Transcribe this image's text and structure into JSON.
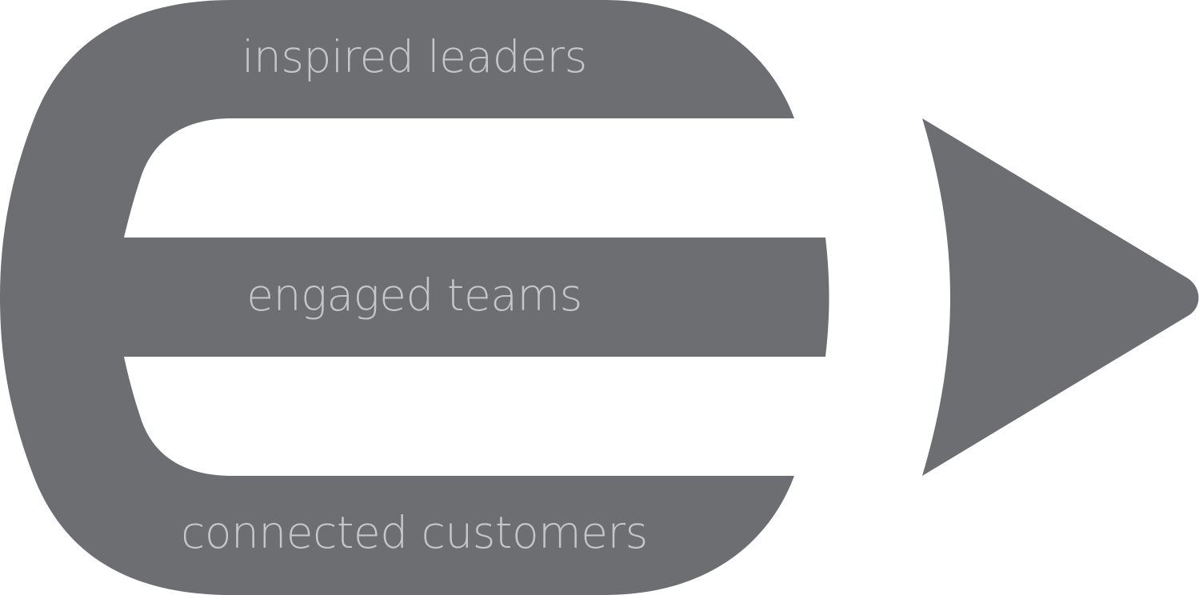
{
  "colors": {
    "shape_fill": "#6d6e71",
    "label_text": "#c6c6c8",
    "background": "#ffffff"
  },
  "labels": {
    "top": "inspired leaders",
    "middle": "engaged teams",
    "bottom": "connected customers"
  }
}
